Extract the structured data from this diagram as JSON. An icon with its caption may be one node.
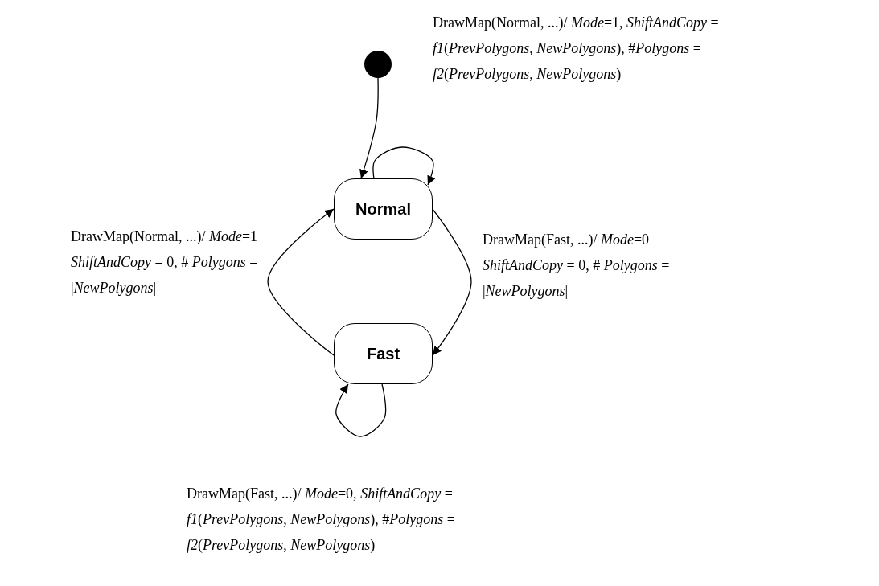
{
  "diagram": {
    "nodes": [
      {
        "text": [],
        "shape": "circle"
      },
      {
        "text": [
          "Normal"
        ]
      },
      {
        "text": [
          "Fast"
        ]
      }
    ],
    "edges": [
      {
        "from": 0,
        "to": 1,
        "arrow": "to"
      },
      {
        "from": 1,
        "to": 1,
        "arrow": "to",
        "label": "DrawMap(Normal, ...)/ *Mode*=1, *ShiftAndCopy* = *f1*(*PrevPolygons*, *NewPolygons*), #*Polygons* = *f2*(*PrevPolygons*, *NewPolygons*)"
      },
      {
        "from": 1,
        "to": 2,
        "arrow": "to",
        "label": "DrawMap(Fast, ...)/ *Mode*=0 *ShiftAndCopy* = 0, # *Polygons* = |*NewPolygons*|"
      },
      {
        "from": 2,
        "to": 1,
        "arrow": "to",
        "label": "DrawMap(Normal, ...)/ *Mode*=1 *ShiftAndCopy* = 0, # *Polygons* = |*NewPolygons*|"
      },
      {
        "from": 2,
        "to": 2,
        "arrow": "to",
        "label": "DrawMap(Fast, ...)/ *Mode*=0, *ShiftAndCopy* = *f1*(*PrevPolygons*, *NewPolygons*), #*Polygons* = *f2*(*PrevPolygons*, *NewPolygons*)"
      }
    ]
  }
}
